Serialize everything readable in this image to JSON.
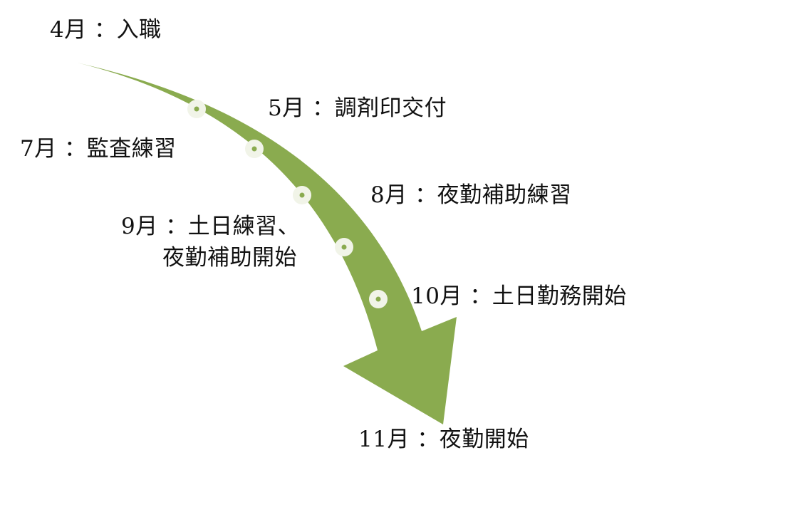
{
  "colors": {
    "arrow": "#8aab4f",
    "dot_ring": "#f1f4e8",
    "dot_center": "#8aab4f",
    "text": "#111111"
  },
  "milestones": [
    {
      "id": "apr",
      "lines": [
        "4月 ：入職"
      ]
    },
    {
      "id": "may",
      "lines": [
        "5月 ：調剤印交付"
      ]
    },
    {
      "id": "jul",
      "lines": [
        "7月 ：監査練習"
      ]
    },
    {
      "id": "aug",
      "lines": [
        "8月 ：夜勤補助練習"
      ]
    },
    {
      "id": "sep",
      "lines": [
        "9月 ：土日練習、",
        "夜勤補助開始"
      ]
    },
    {
      "id": "oct",
      "lines": [
        "10月 ：土日勤務開始"
      ]
    },
    {
      "id": "nov",
      "lines": [
        "11月 ：夜勤開始"
      ]
    }
  ]
}
